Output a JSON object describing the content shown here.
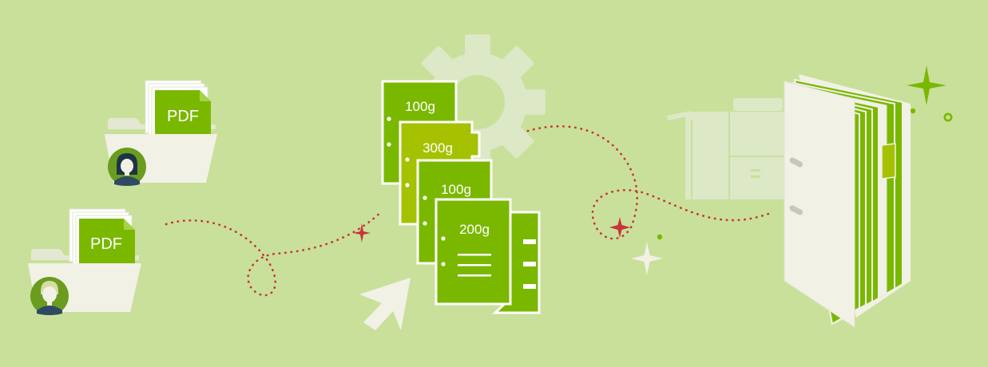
{
  "colors": {
    "background": "#c9e09a",
    "green": "#7ab800",
    "yellow_green": "#a6c100",
    "paper": "#f2f1e6",
    "cream_muted": "#dde8c6",
    "dotted_path": "#c8343b",
    "avatar_bg": "#6a9c1f",
    "avatar_shirt": "#2e4a63"
  },
  "files": [
    {
      "label": "PDF",
      "user_icon": "woman-avatar-icon"
    },
    {
      "label": "PDF",
      "user_icon": "man-avatar-icon"
    }
  ],
  "sheets": [
    {
      "label": "100g"
    },
    {
      "label": "300g"
    },
    {
      "label": "100g"
    },
    {
      "label": "200g"
    }
  ],
  "icons": [
    "folder-icon",
    "pdf-document-icon",
    "gear-icon",
    "cursor-arrow-icon",
    "printer-icon",
    "bound-book-icon",
    "sparkle-icon"
  ]
}
